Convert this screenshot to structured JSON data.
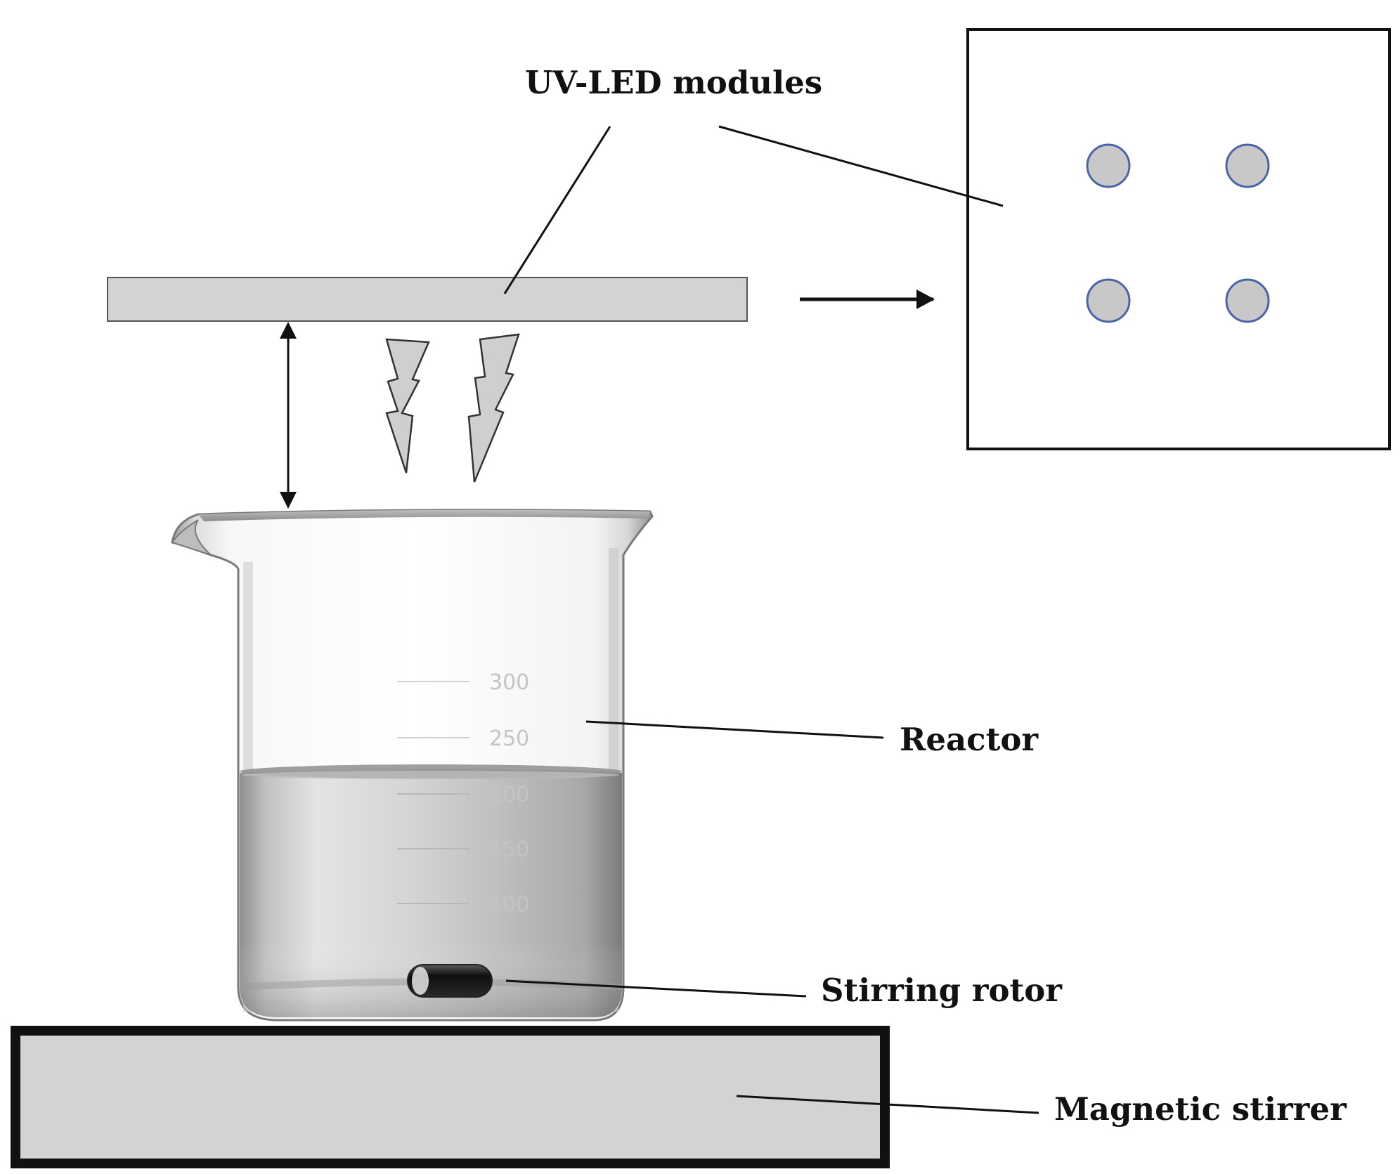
{
  "labels": {
    "uv_led": "UV-LED modules",
    "reactor": "Reactor",
    "rotor": "Stirring rotor",
    "stirrer": "Magnetic stirrer"
  },
  "graduations": [
    "300",
    "250",
    "200",
    "150",
    "100"
  ],
  "colors": {
    "panel_fill": "#d3d3d3",
    "led_fill": "#c8c8c8",
    "led_stroke": "#4a64a8",
    "line": "#111111"
  }
}
